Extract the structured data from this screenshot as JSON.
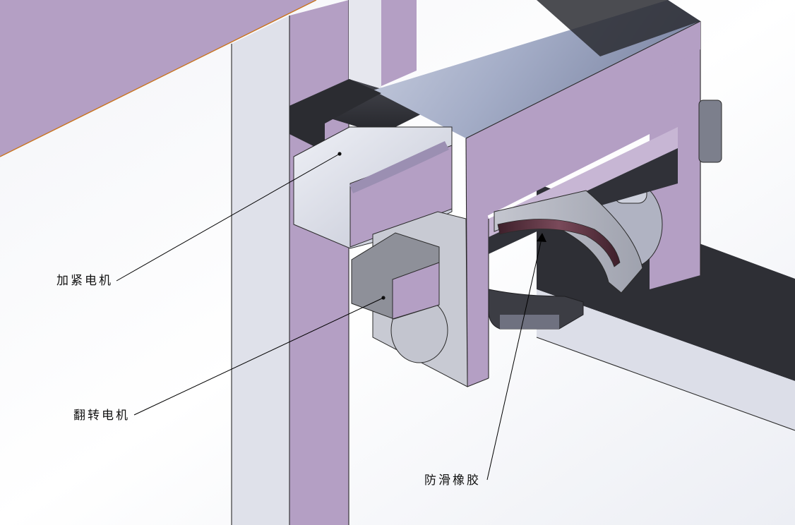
{
  "labels": {
    "clamp_motor": "加紧电机",
    "flip_motor": "翻转电机",
    "antislip_rubber": "防滑橡胶"
  },
  "colors": {
    "frame_purple": "#b49fc4",
    "frame_light": "#e4e6ee",
    "motor_silver": "#d6d8e4",
    "dark_face": "#2f3036",
    "rubber": "#5a2d3a",
    "steel_blue": "#a9b2cb"
  }
}
